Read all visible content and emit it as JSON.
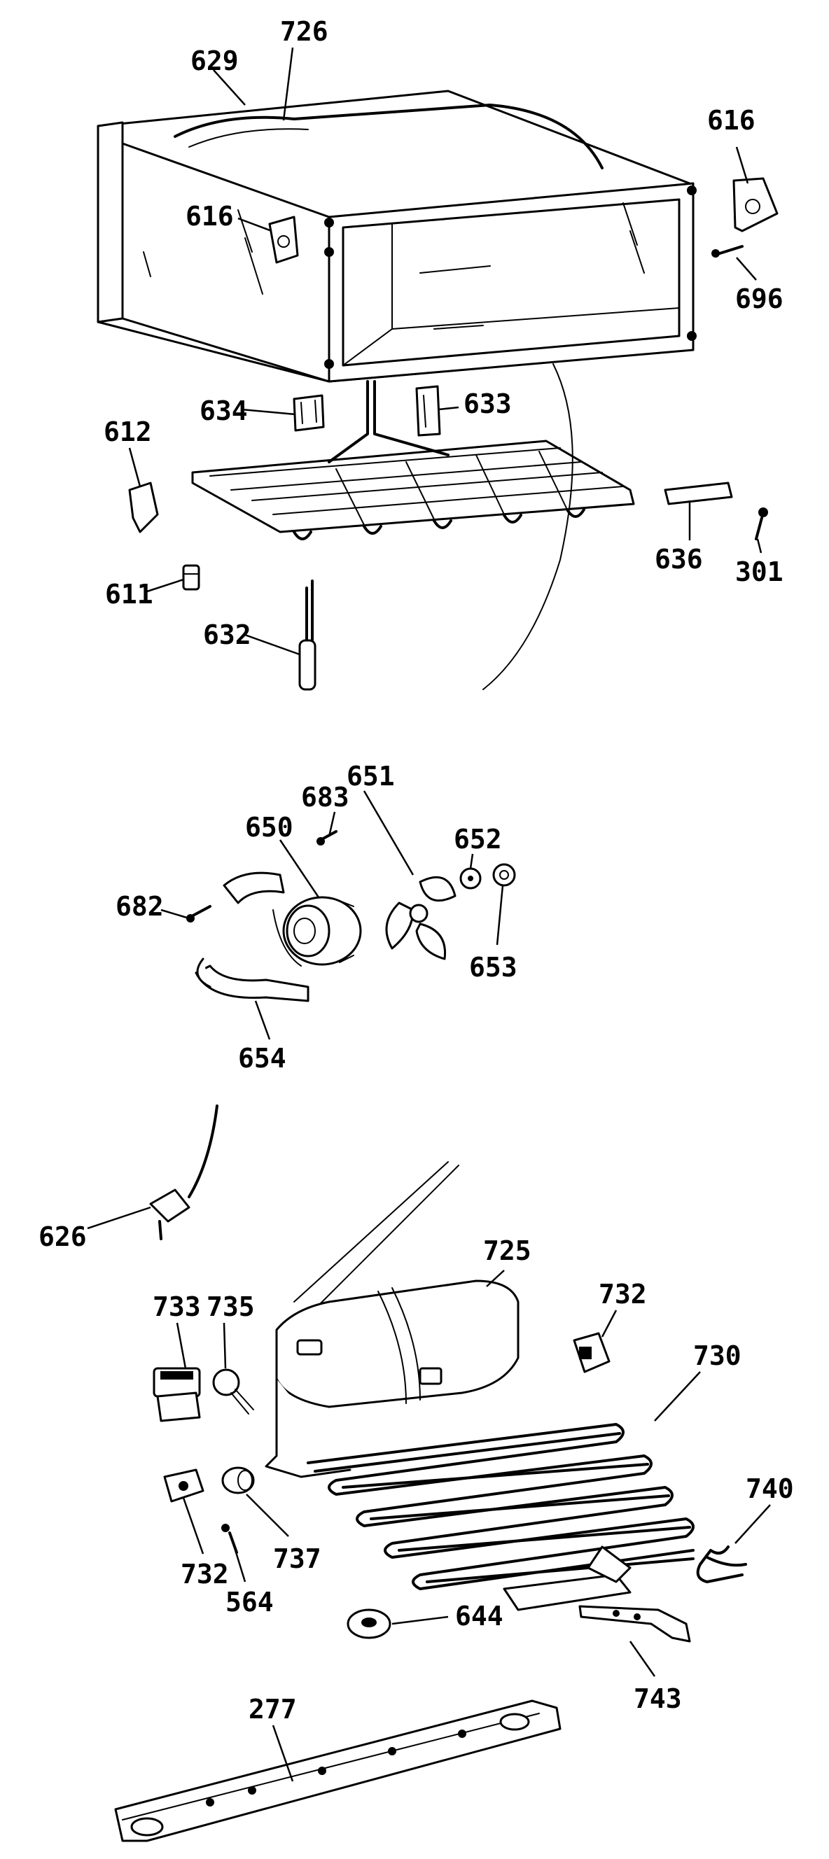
{
  "labels": {
    "p726": "726",
    "p629": "629",
    "p616a": "616",
    "p616b": "616",
    "p696": "696",
    "p634": "634",
    "p633": "633",
    "p612": "612",
    "p611": "611",
    "p632": "632",
    "p636": "636",
    "p301": "301",
    "p683": "683",
    "p651": "651",
    "p650": "650",
    "p652": "652",
    "p682": "682",
    "p653": "653",
    "p654": "654",
    "p626": "626",
    "p725": "725",
    "p733": "733",
    "p735": "735",
    "p732a": "732",
    "p730": "730",
    "p740": "740",
    "p732b": "732",
    "p737": "737",
    "p564": "564",
    "p644": "644",
    "p743": "743",
    "p277": "277"
  }
}
